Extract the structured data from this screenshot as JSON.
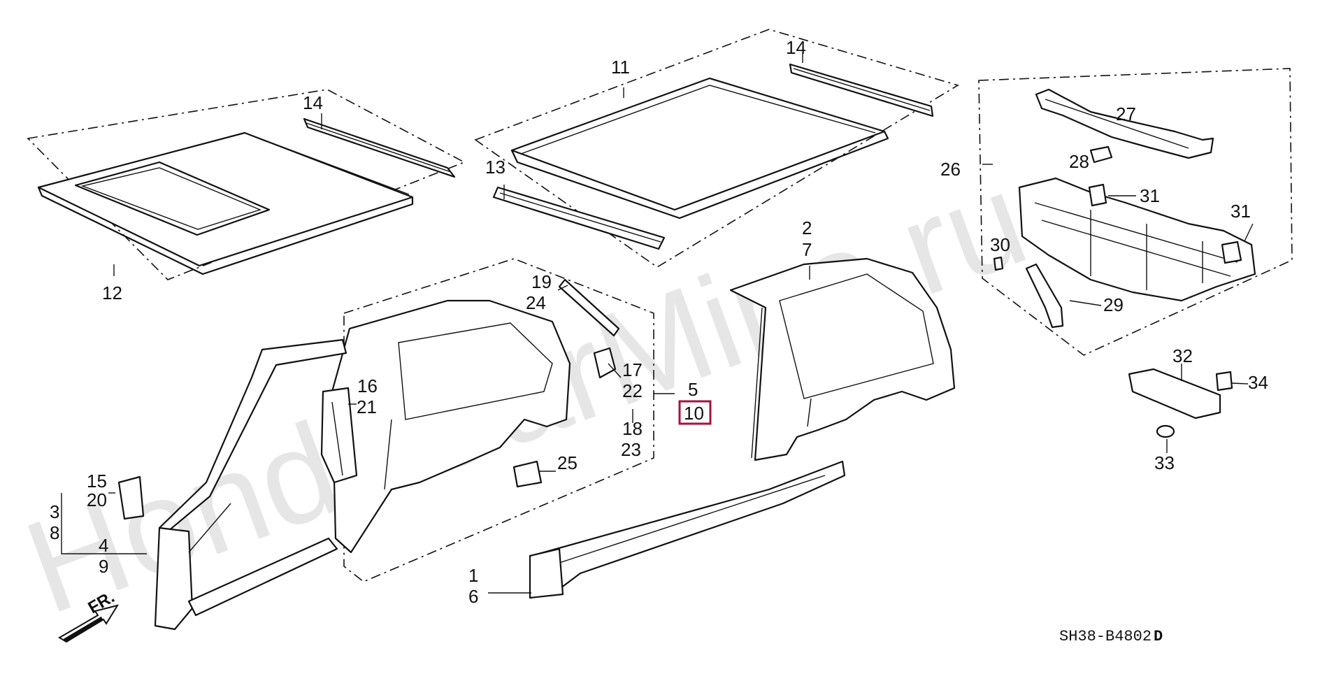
{
  "watermark": "HondaCarMine.ru",
  "diagram_code": "SH38-B4802",
  "diagram_code_suffix": "D",
  "front_arrow_label": "FR.",
  "highlighted_label": "10",
  "labels": {
    "l1": "1",
    "l2": "2",
    "l3": "3",
    "l4": "4",
    "l5": "5",
    "l6": "6",
    "l7": "7",
    "l8": "8",
    "l9": "9",
    "l10": "10",
    "l11": "11",
    "l12": "12",
    "l13": "13",
    "l14a": "14",
    "l14b": "14",
    "l15": "15",
    "l16": "16",
    "l17": "17",
    "l18": "18",
    "l19": "19",
    "l20": "20",
    "l21": "21",
    "l22": "22",
    "l23": "23",
    "l24": "24",
    "l25": "25",
    "l26": "26",
    "l27": "27",
    "l28": "28",
    "l29": "29",
    "l30": "30",
    "l31a": "31",
    "l31b": "31",
    "l32": "32",
    "l33": "33",
    "l34": "34"
  }
}
